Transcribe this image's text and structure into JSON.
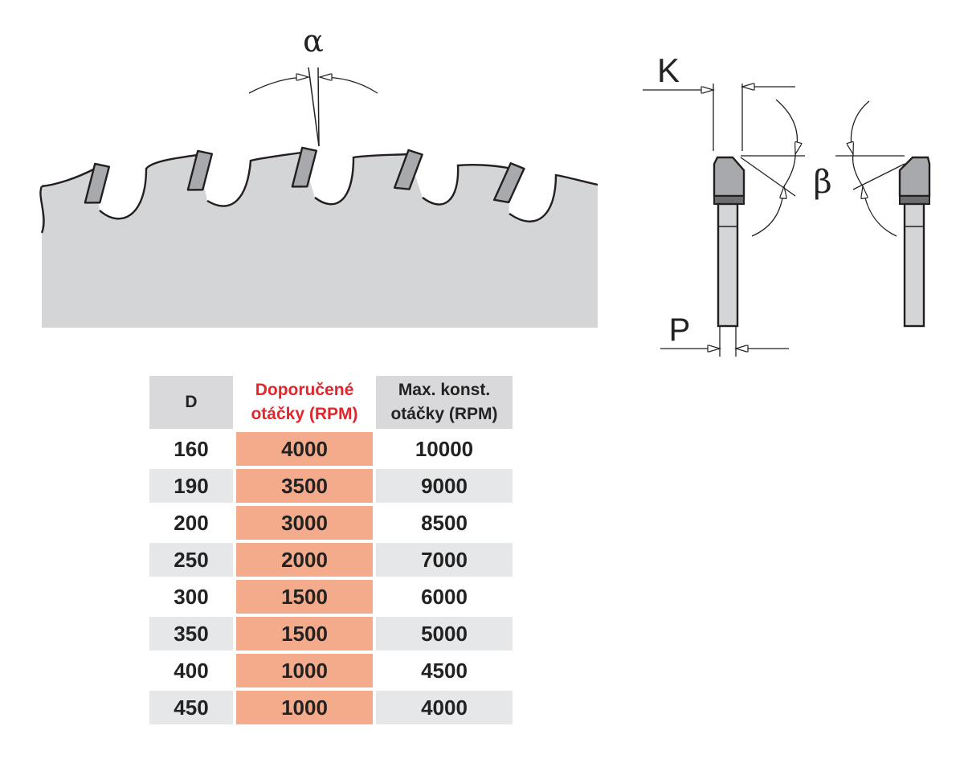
{
  "diagram": {
    "labels": {
      "alpha": "α",
      "beta": "β",
      "kerf": "K",
      "plate": "P"
    },
    "colors": {
      "blade_body": "#d4d5d7",
      "tooth_tip": "#a7a9ac",
      "tooth_base": "#6d6e71",
      "outline": "#231f20"
    }
  },
  "table": {
    "headers": {
      "d": "D",
      "recommended": [
        "Doporučené",
        "otáčky (RPM)"
      ],
      "max": [
        "Max. konst.",
        "otáčky (RPM)"
      ]
    },
    "rows": [
      {
        "d": "160",
        "rec": "4000",
        "max": "10000"
      },
      {
        "d": "190",
        "rec": "3500",
        "max": "9000"
      },
      {
        "d": "200",
        "rec": "3000",
        "max": "8500"
      },
      {
        "d": "250",
        "rec": "2000",
        "max": "7000"
      },
      {
        "d": "300",
        "rec": "1500",
        "max": "6000"
      },
      {
        "d": "350",
        "rec": "1500",
        "max": "5000"
      },
      {
        "d": "400",
        "rec": "1000",
        "max": "4500"
      },
      {
        "d": "450",
        "rec": "1000",
        "max": "4000"
      }
    ],
    "colors": {
      "header_bg": "#d9d9db",
      "alt_row_bg": "#e6e7e9",
      "rec_bg": "#f4ab8c",
      "rec_header_text": "#e3262c"
    }
  }
}
